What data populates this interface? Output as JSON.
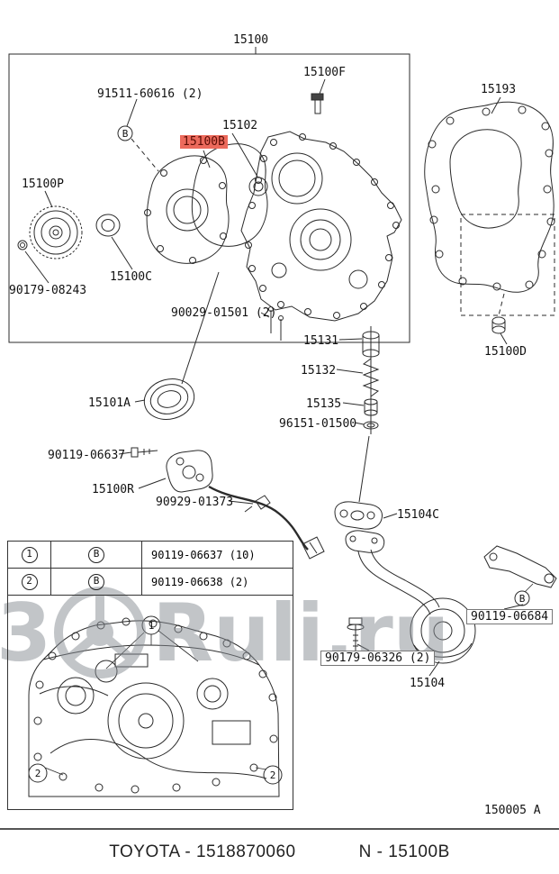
{
  "page": {
    "code": "150005 A"
  },
  "footer": {
    "left": "TOYOTA - 1518870060",
    "right": "N - 15100B"
  },
  "watermark": {
    "prefix": "3",
    "text": "Ruli.ru"
  },
  "colors": {
    "highlight_bg": "#ec6a5c",
    "highlight_text": "#5c0d05",
    "line": "#2b2b2b"
  },
  "callouts": {
    "b": "B",
    "one": "1",
    "two": "2"
  },
  "labels": {
    "l15100": "15100",
    "l15100F": "15100F",
    "l15193": "15193",
    "l91511": "91511-60616 (2)",
    "l15102": "15102",
    "l15100B": "15100B",
    "l15100P": "15100P",
    "l15100C": "15100C",
    "l90179_08243": "90179-08243",
    "l90029_01501": "90029-01501 (2)",
    "l15131": "15131",
    "l15132": "15132",
    "l15135": "15135",
    "l96151_01500": "96151-01500",
    "l15101A": "15101A",
    "l90119_06637": "90119-06637",
    "l15100R": "15100R",
    "l90929_01373": "90929-01373",
    "l15100D": "15100D",
    "l15104C": "15104C",
    "l90119_06684": "90119-06684",
    "l90179_06326": "90179-06326 (2)",
    "l15104": "15104"
  },
  "bom_table": {
    "rows": [
      {
        "num": "1",
        "letter": "B",
        "part": "90119-06637 (10)"
      },
      {
        "num": "2",
        "letter": "B",
        "part": "90119-06638 (2)"
      }
    ]
  }
}
